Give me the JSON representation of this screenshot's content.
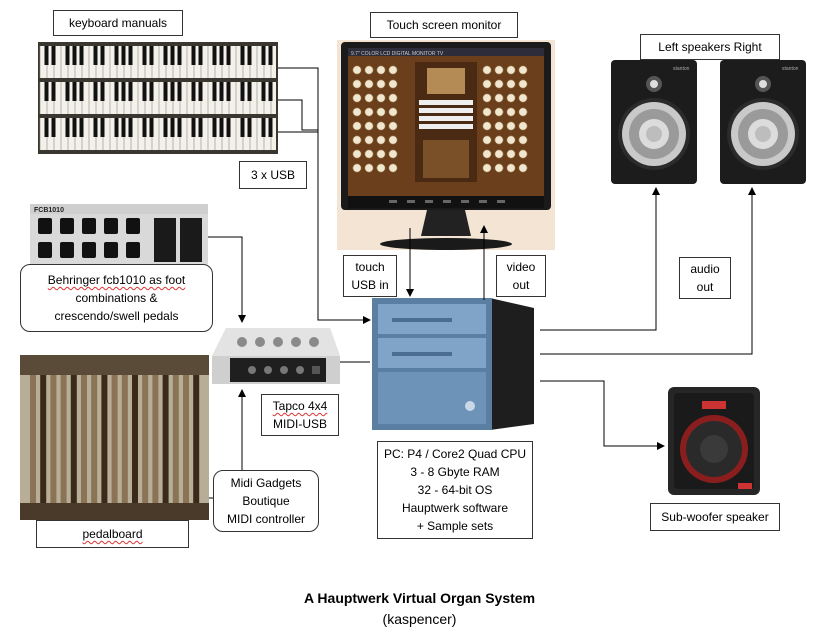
{
  "labels": {
    "keyboard_manuals": "keyboard manuals",
    "touch_screen_monitor": "Touch screen monitor",
    "speakers": "Left  speakers  Right",
    "usb3": "3 x USB",
    "behringer": [
      "Behringer fcb1010 as foot",
      "combinations &",
      "crescendo/swell pedals"
    ],
    "touch_usb": [
      "touch",
      "USB in"
    ],
    "video_out": [
      "video",
      "out"
    ],
    "audio_out": [
      "audio",
      "out"
    ],
    "tapco": [
      "Tapco 4x4",
      "MIDI-USB"
    ],
    "midi_gadgets": [
      "Midi Gadgets",
      "Boutique",
      "MIDI controller"
    ],
    "pc_specs": [
      "PC: P4 / Core2 Quad CPU",
      "3 - 8 Gbyte RAM",
      "32 - 64-bit OS",
      "Hauptwerk software",
      "+ Sample sets"
    ],
    "pedalboard": "pedalboard",
    "subwoofer": "Sub-woofer speaker",
    "monitor_screen_title": "9.7\" COLOR LCD DIGITAL MONITOR TV",
    "fcb_model": "FCB1010",
    "speaker_brand": "stanton"
  },
  "caption": {
    "title": "A Hauptwerk Virtual Organ System",
    "author": "(kaspencer)"
  }
}
